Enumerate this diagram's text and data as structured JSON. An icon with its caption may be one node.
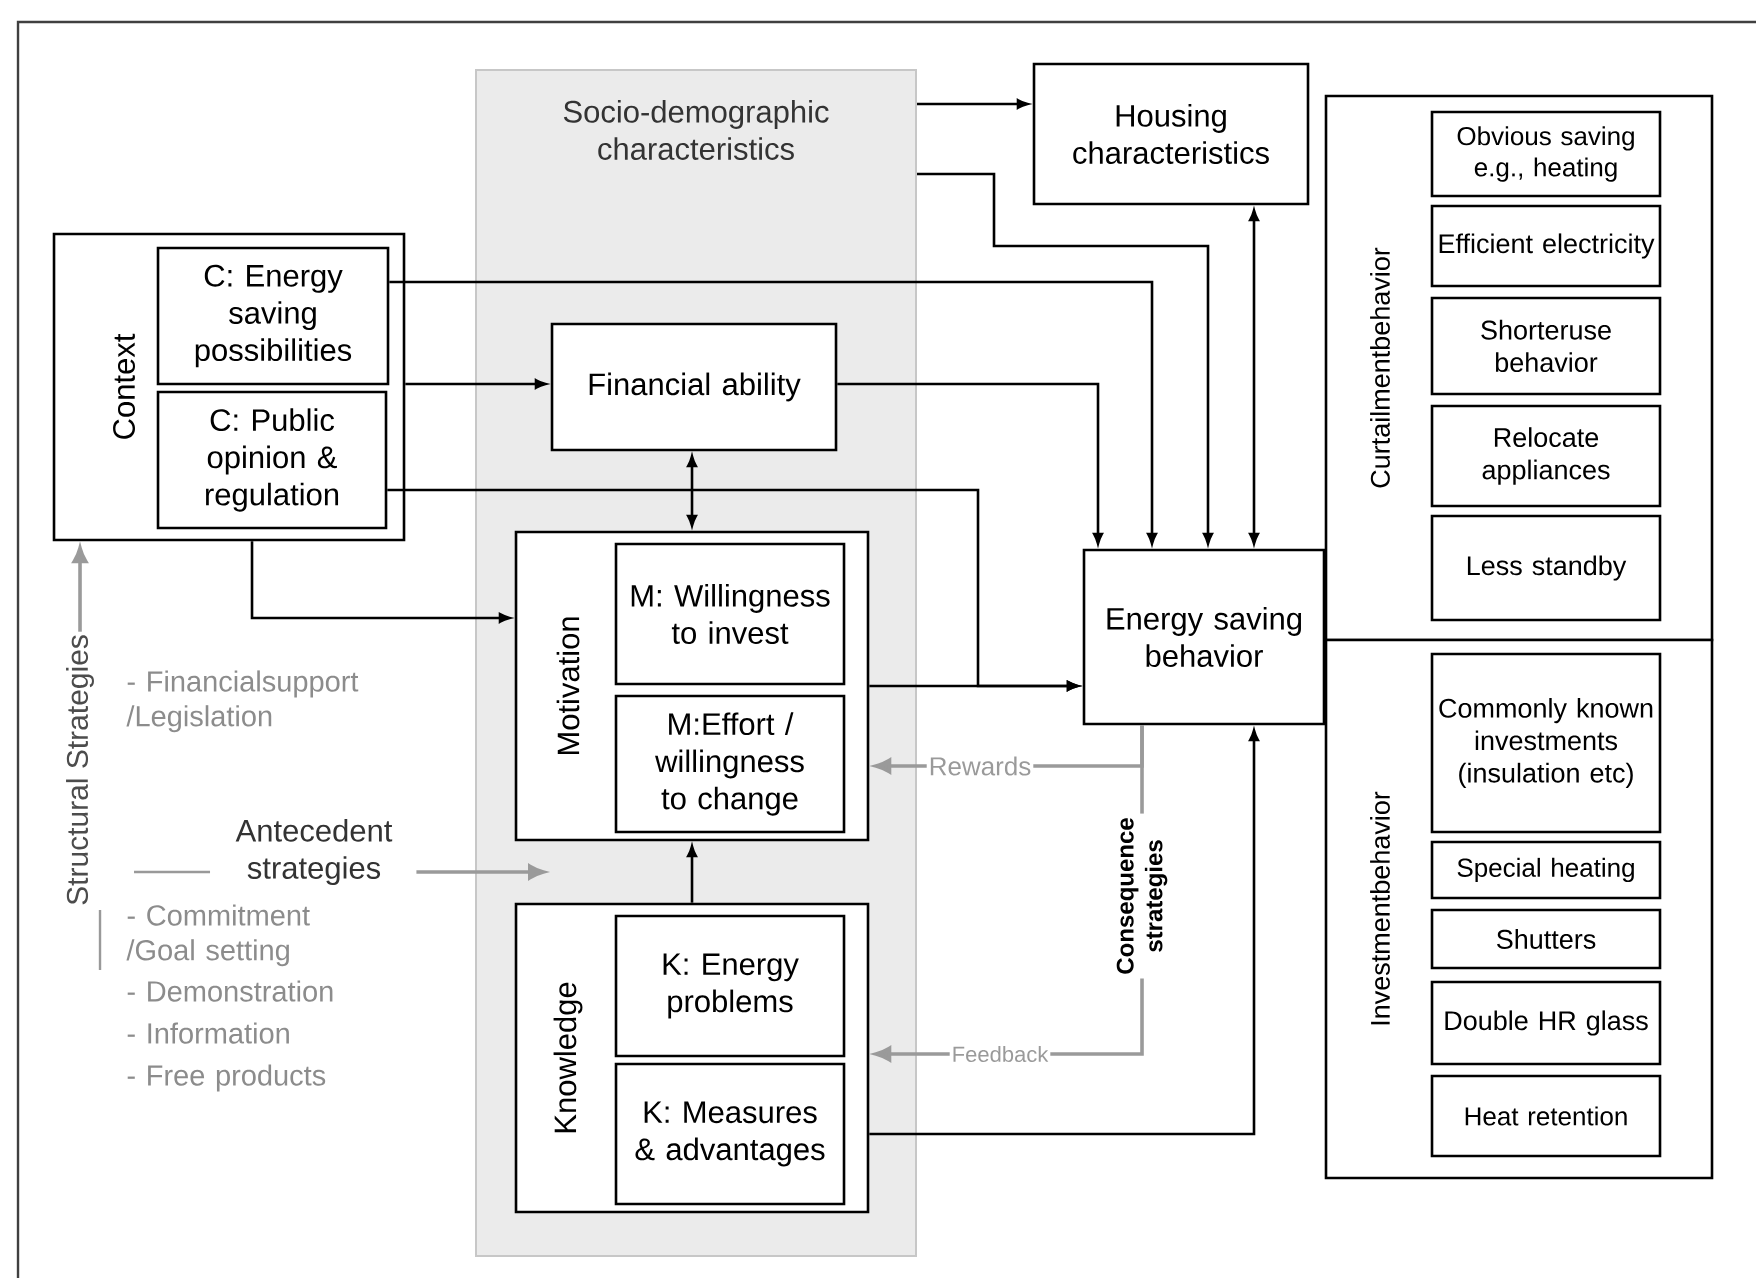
{
  "diagram": {
    "nodes": [
      {
        "text": [
          "Socio-demographic characteristics"
        ]
      },
      {
        "text": [
          "Housing characteristics"
        ]
      },
      {
        "text": [
          "Context"
        ]
      },
      {
        "text": [
          "C: Energy saving possibilities"
        ],
        "in": 2
      },
      {
        "text": [
          "C: Public opinion & regulation"
        ],
        "in": 2
      },
      {
        "text": [
          "Financial ability"
        ],
        "in": 0
      },
      {
        "text": [
          "Motivation"
        ],
        "in": 0
      },
      {
        "text": [
          "M: Willingness to invest"
        ],
        "in": 6
      },
      {
        "text": [
          "M:Effort / willingness to change"
        ],
        "in": 6
      },
      {
        "text": [
          "Knowledge"
        ],
        "in": 0
      },
      {
        "text": [
          "K: Energy problems"
        ],
        "in": 9
      },
      {
        "text": [
          "K: Measures & advantages"
        ],
        "in": 9
      },
      {
        "text": [
          "Energy saving behavior"
        ]
      },
      {
        "text": [
          "Curtailmentbehavior"
        ]
      },
      {
        "text": [
          "Obvious saving e.g., heating"
        ],
        "in": 13
      },
      {
        "text": [
          "Efficient electricity"
        ],
        "in": 13
      },
      {
        "text": [
          "Shorteruse behavior"
        ],
        "in": 13
      },
      {
        "text": [
          "Relocate appliances"
        ],
        "in": 13
      },
      {
        "text": [
          "Less standby"
        ],
        "in": 13
      },
      {
        "text": [
          "Investmentbehavior"
        ]
      },
      {
        "text": [
          "Commonly known investments (insulation etc)"
        ],
        "in": 19
      },
      {
        "text": [
          "Special heating"
        ],
        "in": 19
      },
      {
        "text": [
          "Shutters"
        ],
        "in": 19
      },
      {
        "text": [
          "Double HR glass"
        ],
        "in": 19
      },
      {
        "text": [
          "Heat retention"
        ],
        "in": 19
      },
      {
        "text": [
          "Antecedent strategies"
        ]
      },
      {
        "text": [
          "Structural Strategies"
        ]
      },
      {
        "text": [
          "Consequence strategies"
        ]
      }
    ],
    "edges": [
      {
        "from": 0,
        "to": 1,
        "arrow": "to"
      },
      {
        "from": 0,
        "to": 12,
        "arrow": "to"
      },
      {
        "from": 1,
        "to": 12,
        "arrow": "both"
      },
      {
        "from": 3,
        "to": 12,
        "arrow": "to"
      },
      {
        "from": 2,
        "to": 5,
        "arrow": "to"
      },
      {
        "from": 5,
        "to": 12,
        "arrow": "to"
      },
      {
        "from": 4,
        "to": 12,
        "arrow": "to"
      },
      {
        "from": 5,
        "to": 6,
        "arrow": "both"
      },
      {
        "from": 2,
        "to": 6,
        "arrow": "to"
      },
      {
        "from": 6,
        "to": 12,
        "arrow": "to"
      },
      {
        "from": 9,
        "to": 6,
        "arrow": "to"
      },
      {
        "from": 9,
        "to": 12,
        "arrow": "to"
      },
      {
        "from": 12,
        "to": 6,
        "arrow": "to",
        "label": "Rewards",
        "color": "#9a9a9a"
      },
      {
        "from": 12,
        "to": 27,
        "arrow": "none",
        "color": "#9a9a9a"
      },
      {
        "from": 27,
        "to": 9,
        "arrow": "to",
        "label": "Feedback",
        "color": "#9a9a9a"
      },
      {
        "from": 26,
        "to": 2,
        "arrow": "to",
        "color": "#9a9a9a"
      },
      {
        "from": 25,
        "to": null,
        "arrow": "to",
        "color": "#9a9a9a"
      }
    ],
    "labels": [
      "- Financialsupport /Legislation",
      "- Commitment /Goal setting",
      "- Demonstration",
      "- Information",
      "- Free products"
    ]
  }
}
